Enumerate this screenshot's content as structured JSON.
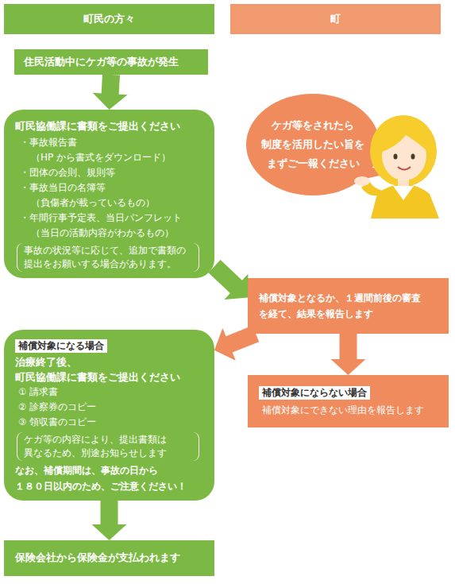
{
  "diagram": {
    "nodes": [
      {
        "text": [
          "町民の方々"
        ]
      },
      {
        "text": [
          "町"
        ]
      },
      {
        "text": [
          "住民活動中にケガ等の事故が発生"
        ]
      },
      {
        "text": [
          "町民協働課に書類をご提出ください",
          "・事故報告書",
          "（HP から書式をダウンロード）",
          "・団体の会則、規則等",
          "・事故当日の名簿等",
          "（負傷者が載っているもの）",
          "・年間行事予定表、当日パンフレット",
          "（当日の活動内容がわかるもの）",
          "事故の状況等に応じて、追加で書類の 提出をお願いする場合があります。"
        ]
      },
      {
        "text": [
          "ケガ等をされたら 制度を活用したい旨を まずご一報ください"
        ]
      },
      {
        "text": [
          "補償対象となるか、１週間前後の審査 を経て、結果を報告します"
        ]
      },
      {
        "text": [
          "補償対象になる場合",
          "治療終了後、 町民協働課に書類をご提出ください",
          "① 請求書",
          "② 診察券のコピー",
          "③ 領収書のコピー",
          "ケガ等の内容により、提出書類は 異なるため、別途お知らせします",
          "なお、補償期間は、事故の日から １８０日以内のため、ご注意ください！"
        ]
      },
      {
        "text": [
          "補償対象にならない場合",
          "補償対象にできない理由を報告します"
        ]
      },
      {
        "text": [
          "保険会社から保険金が支払われます"
        ]
      }
    ],
    "edges": [
      {
        "from": 2,
        "to": 3,
        "arrow": "to"
      },
      {
        "from": 3,
        "to": 5,
        "arrow": "to"
      },
      {
        "from": 5,
        "to": 6,
        "arrow": "to"
      },
      {
        "from": 5,
        "to": 7,
        "arrow": "to"
      },
      {
        "from": 6,
        "to": 8,
        "arrow": "to"
      }
    ]
  }
}
